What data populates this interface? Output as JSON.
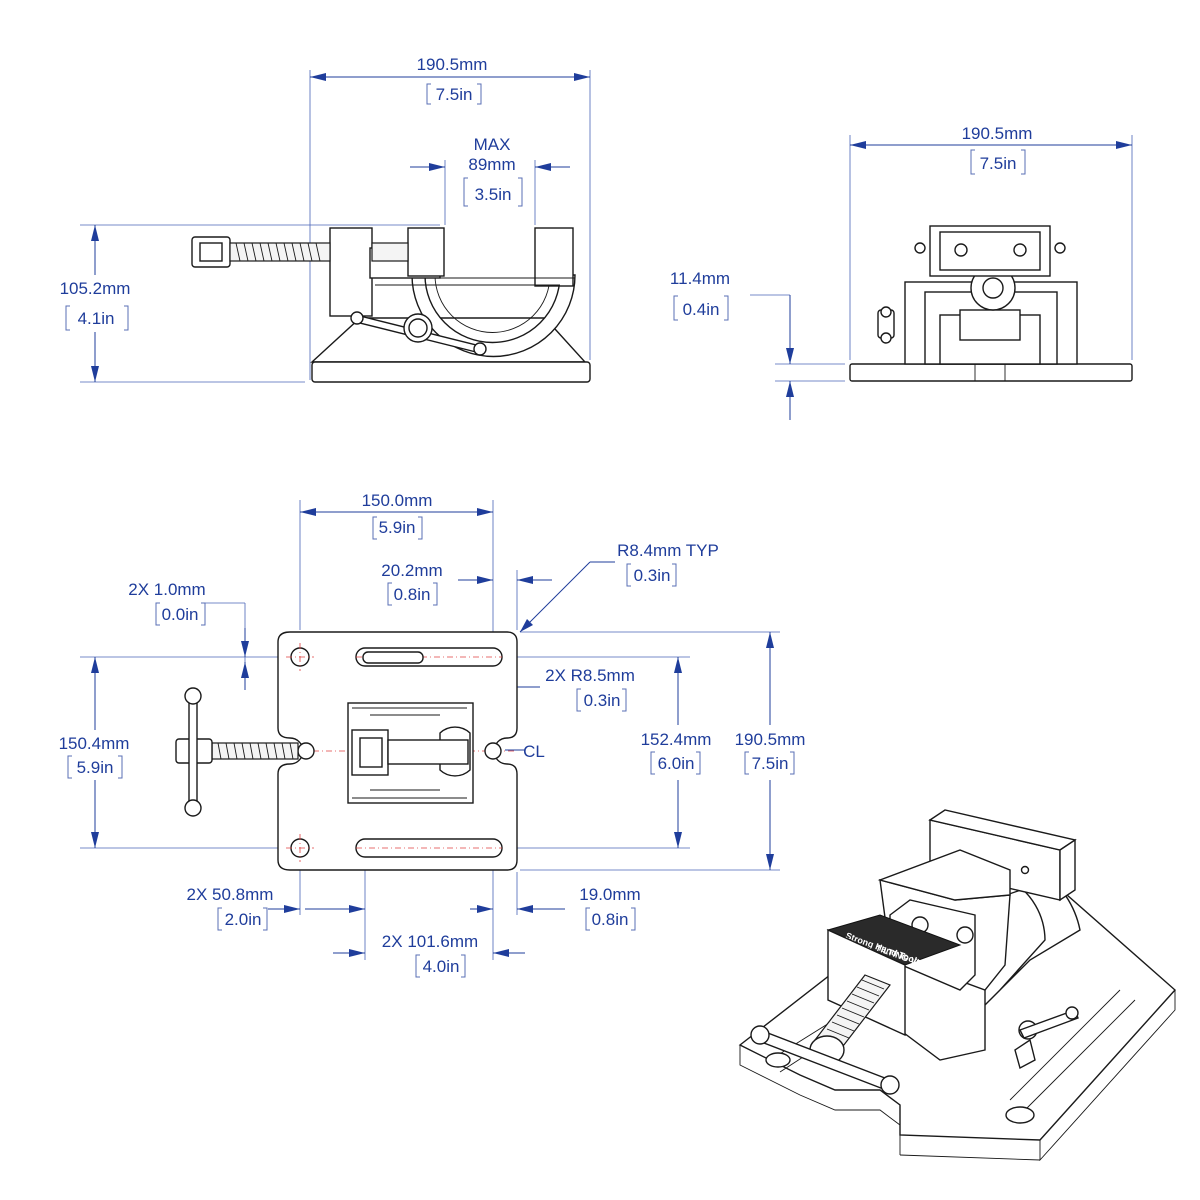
{
  "side_view": {
    "width_mm": "190.5mm",
    "width_in": "7.5in",
    "max_label": "MAX",
    "jaw_mm": "89mm",
    "jaw_in": "3.5in",
    "height_mm": "105.2mm",
    "height_in": "4.1in"
  },
  "end_view": {
    "width_mm": "190.5mm",
    "width_in": "7.5in",
    "base_mm": "11.4mm",
    "base_in": "0.4in"
  },
  "top_view": {
    "slot_span_mm": "150.0mm",
    "slot_span_in": "5.9in",
    "offset_mm": "20.2mm",
    "offset_in": "0.8in",
    "corner_radius_mm": "R8.4mm TYP",
    "corner_radius_in": "0.3in",
    "chamfer_mm": "2X 1.0mm",
    "chamfer_in": "0.0in",
    "notch_radius_mm": "2X R8.5mm",
    "notch_radius_in": "0.3in",
    "hole_span_mm": "150.4mm",
    "hole_span_in": "5.9in",
    "slot_spacing_mm": "152.4mm",
    "slot_spacing_in": "6.0in",
    "depth_mm": "190.5mm",
    "depth_in": "7.5in",
    "centerline_label": "CL",
    "hole_offset_mm": "2X 50.8mm",
    "hole_offset_in": "2.0in",
    "slot_length_mm": "2X 101.6mm",
    "slot_length_in": "4.0in",
    "edge_mm": "19.0mm",
    "edge_in": "0.8in"
  },
  "iso_view": {
    "logo_line1": "Strong Hand Tools",
    "logo_line2": "TILTING VISE"
  },
  "colors": {
    "dimension": "#1f3d9b",
    "part": "#1a1a1a",
    "centerline": "#e04040"
  }
}
